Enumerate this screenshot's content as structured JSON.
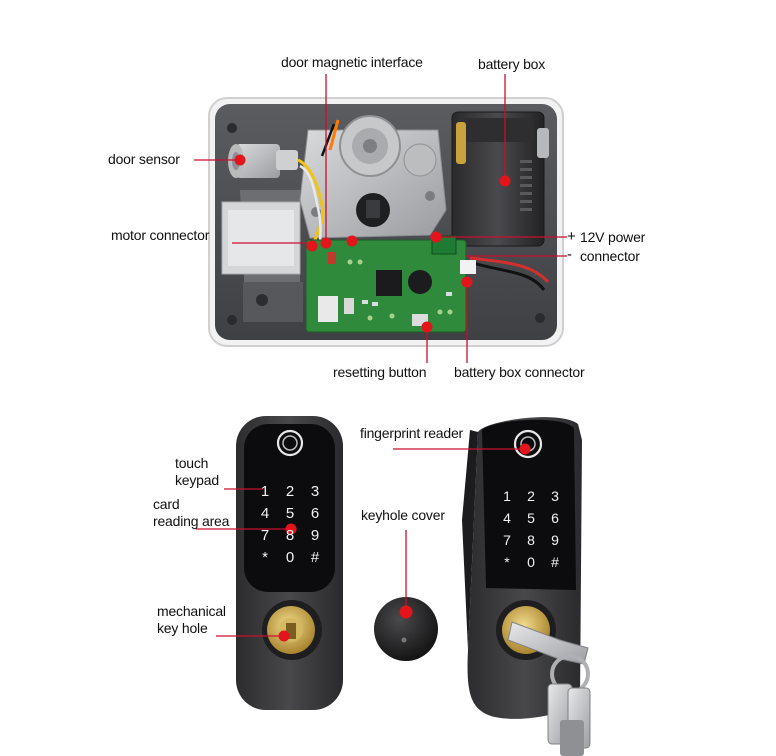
{
  "labels": {
    "door_magnetic_interface": "door magnetic interface",
    "battery_box": "battery box",
    "door_sensor": "door sensor",
    "motor_connector": "motor connector",
    "power_plus": "+",
    "power_line1": "12V power",
    "power_minus": "-",
    "power_line2": "connector",
    "resetting_button": "resetting button",
    "battery_box_connector": "battery box connector",
    "fingerprint_reader": "fingerprint reader",
    "touch_keypad": "touch\nkeypad",
    "card_reading_area": "card\nreading area",
    "keyhole_cover": "keyhole cover",
    "mechanical_key_hole": "mechanical\nkey hole"
  },
  "keypad": [
    "1",
    "2",
    "3",
    "4",
    "5",
    "6",
    "7",
    "8",
    "9",
    "*",
    "0",
    "#"
  ],
  "colors": {
    "marker": "#e3141c",
    "leader_line": "#c8102e",
    "lock_body": "#3a3a3c",
    "keypad_glass": "#0c0c0e",
    "pcb": "#2f8a3c",
    "brass": "#c9a64a"
  }
}
